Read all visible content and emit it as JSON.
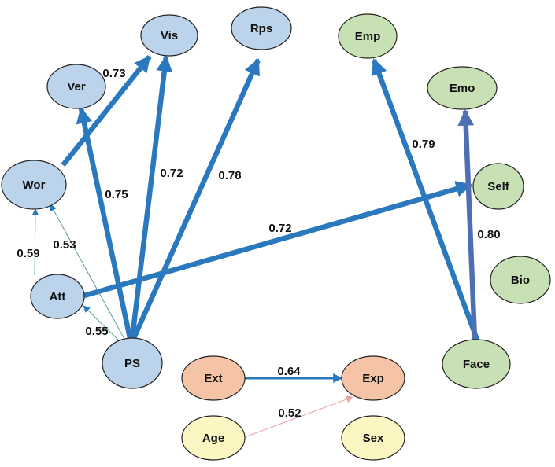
{
  "colors": {
    "blue_node": "#bcd3ec",
    "green_node": "#c7e1b5",
    "orange_node": "#f5c4a6",
    "yellow_node": "#fbf6c2",
    "node_border": "#222222",
    "edge_blue": "#2a78be",
    "edge_slate": "#4f6fb5",
    "edge_teal": "#5b9ba6",
    "edge_pink": "#eaa3a3"
  },
  "nodes": [
    {
      "id": "vis",
      "label": "Vis",
      "group": "blue"
    },
    {
      "id": "rps",
      "label": "Rps",
      "group": "blue"
    },
    {
      "id": "ver",
      "label": "Ver",
      "group": "blue"
    },
    {
      "id": "wor",
      "label": "Wor",
      "group": "blue"
    },
    {
      "id": "att",
      "label": "Att",
      "group": "blue"
    },
    {
      "id": "ps",
      "label": "PS",
      "group": "blue"
    },
    {
      "id": "emp",
      "label": "Emp",
      "group": "green"
    },
    {
      "id": "emo",
      "label": "Emo",
      "group": "green"
    },
    {
      "id": "self",
      "label": "Self",
      "group": "green"
    },
    {
      "id": "bio",
      "label": "Bio",
      "group": "green"
    },
    {
      "id": "face",
      "label": "Face",
      "group": "green"
    },
    {
      "id": "ext",
      "label": "Ext",
      "group": "orange"
    },
    {
      "id": "exp",
      "label": "Exp",
      "group": "orange"
    },
    {
      "id": "age",
      "label": "Age",
      "group": "yellow"
    },
    {
      "id": "sex",
      "label": "Sex",
      "group": "yellow"
    }
  ],
  "edges": [
    {
      "from": "wor",
      "to": "vis",
      "label": "0.73",
      "style": "thick"
    },
    {
      "from": "ps",
      "to": "ver",
      "label": "0.75",
      "style": "thick"
    },
    {
      "from": "ps",
      "to": "vis",
      "label": "0.72",
      "style": "thick"
    },
    {
      "from": "ps",
      "to": "rps",
      "label": "0.78",
      "style": "thick"
    },
    {
      "from": "att",
      "to": "self",
      "label": "0.72",
      "style": "thick"
    },
    {
      "from": "face",
      "to": "emp",
      "label": "0.79",
      "style": "thick"
    },
    {
      "from": "face",
      "to": "emo",
      "label": "0.80",
      "style": "slate"
    },
    {
      "from": "att",
      "to": "wor",
      "label": "0.59",
      "style": "thin"
    },
    {
      "from": "ps",
      "to": "wor",
      "label": "0.53",
      "style": "thin"
    },
    {
      "from": "ps",
      "to": "att",
      "label": "0.55",
      "style": "thin"
    },
    {
      "from": "ext",
      "to": "exp",
      "label": "0.64",
      "style": "medium"
    },
    {
      "from": "age",
      "to": "exp",
      "label": "0.52",
      "style": "pink"
    }
  ]
}
